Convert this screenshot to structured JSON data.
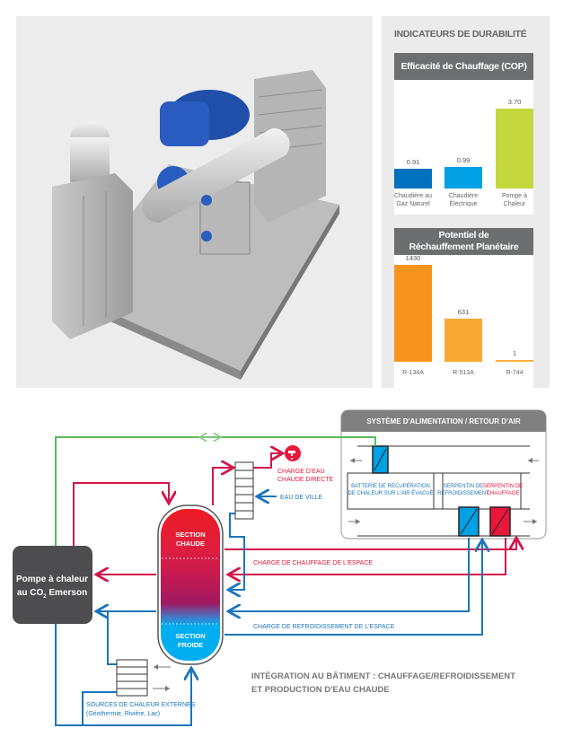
{
  "panel": {
    "title": "INDICATEURS DE DURABILITÉ",
    "cop_chart": {
      "title": "Efficacité de Chauffage (COP)",
      "items": [
        {
          "label_1": "Chaudière au",
          "label_2": "Gaz Naturel",
          "value_text": "0.91",
          "value": 0.91,
          "color": "#0071bc"
        },
        {
          "label_1": "Chaudière",
          "label_2": "Électrique",
          "value_text": "0.99",
          "value": 0.99,
          "color": "#00a1e4"
        },
        {
          "label_1": "Pompe à",
          "label_2": "Chaleur",
          "value_text": "3.70",
          "value": 3.7,
          "color": "#c4d83e"
        }
      ]
    },
    "gwp_chart": {
      "title_1": "Potentiel de",
      "title_2": "Réchauffement Planétaire",
      "items": [
        {
          "label": "R-134A",
          "value_text": "1430",
          "value": 1430,
          "color": "#f7941d"
        },
        {
          "label": "R-513A",
          "value_text": "631",
          "value": 631,
          "color": "#f9a834"
        },
        {
          "label": "R-744",
          "value_text": "1",
          "value": 1,
          "color": "#fbb03b"
        }
      ]
    }
  },
  "diagram": {
    "air_system_title": "SYSTÈME D'ALIMENTATION / RETOUR D'AIR",
    "recovery_coil_1": "BATTERIE DE RÉCUPÉRATION",
    "recovery_coil_2": "DE CHALEUR SUR L'AIR ÉVACUÉ",
    "cooling_coil_1": "SERPENTIN DE",
    "cooling_coil_2": "REFROIDISSEMENT",
    "heating_coil_1": "SERPENTIN DE",
    "heating_coil_2": "CHAUFFAGE",
    "dhw_1": "CHARGE D'EAU",
    "dhw_2": "CHAUDE DIRECTE",
    "city_water": "EAU DE VILLE",
    "hot_section_1": "SECTION",
    "hot_section_2": "CHAUDE",
    "cold_section_1": "SECTION",
    "cold_section_2": "FROIDE",
    "heat_pump_1": "Pompe à chaleur",
    "heat_pump_2a": "au CO",
    "heat_pump_2sub": "2",
    "heat_pump_2b": " Emerson",
    "space_heating": "CHARGE DE CHAUFFAGE DE L'ESPACE",
    "space_cooling": "CHARGE DE REFROIDISSEMENT DE L'ESPACE",
    "ext_sources_1": "SOURCES DE CHALEUR EXTERNES",
    "ext_sources_2": "(Géothermie, Rivière, Lac)",
    "caption_1": "INTÉGRATION AU BÂTIMENT : CHAUFFAGE/REFROIDISSEMENT",
    "caption_2": "ET PRODUCTION D'EAU CHAUDE",
    "colors": {
      "hot": "#d4154a",
      "cold": "#1a75bc",
      "green": "#5cb85c"
    }
  }
}
